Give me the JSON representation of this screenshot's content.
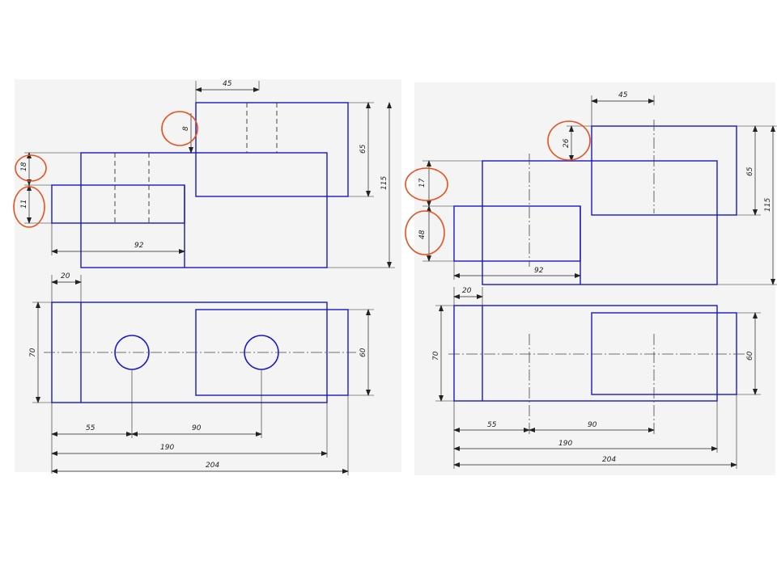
{
  "left_drawing": {
    "front_view": {
      "dim_top_width": "45",
      "dim_step_top": "8",
      "dim_left_upper": "18",
      "dim_left_lower": "11",
      "dim_right_inner": "65",
      "dim_right_outer": "115",
      "dim_bottom_width": "92"
    },
    "top_view": {
      "dim_left_flange": "20",
      "dim_height_left": "70",
      "dim_height_right": "60",
      "dim_hole1": "55",
      "dim_hole_spacing": "90",
      "dim_total_inner": "190",
      "dim_total_outer": "204"
    }
  },
  "right_drawing": {
    "front_view": {
      "dim_top_width": "45",
      "dim_step_top": "26",
      "dim_left_upper": "17",
      "dim_left_lower": "48",
      "dim_right_inner": "65",
      "dim_right_outer": "115",
      "dim_bottom_width": "92"
    },
    "top_view": {
      "dim_left_flange": "20",
      "dim_height_left": "70",
      "dim_height_right": "60",
      "dim_hole1": "55",
      "dim_hole_spacing": "90",
      "dim_total_inner": "190",
      "dim_total_outer": "204"
    }
  },
  "colors": {
    "outline": "#1818c8",
    "highlight": "#e8501c"
  }
}
